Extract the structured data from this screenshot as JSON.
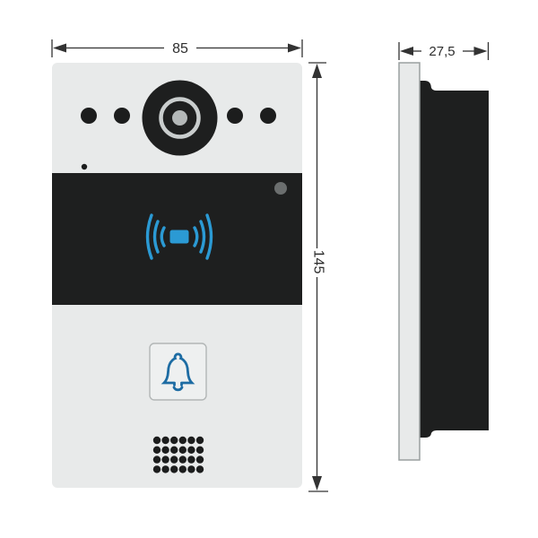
{
  "page": {
    "description": "Technical dimension drawing of a video door intercom station, front view and side profile",
    "background": "#ffffff"
  },
  "dimensions": {
    "width": {
      "label": "85",
      "unit_note": "front width"
    },
    "height": {
      "label": "145",
      "unit_note": "front height"
    },
    "depth": {
      "label": "27,5",
      "unit_note": "side depth"
    }
  },
  "front_view": {
    "features": [
      "camera-lens-icon",
      "ir-led-dots",
      "microphone-hole",
      "rfid-reader-panel",
      "light-sensor-dot",
      "rfid-signal-icon",
      "doorbell-button",
      "doorbell-icon",
      "speaker-grille"
    ]
  },
  "side_view": {
    "features": [
      "front-plate",
      "rear-housing"
    ]
  },
  "colors": {
    "bg": "#ffffff",
    "body": "#e8eaea",
    "panel": "#1e1f1f",
    "dark_dot": "#1c1d1d",
    "accent": "#2b9ad4",
    "bell_blue": "#1d6ca3",
    "ring_gray": "#c9cdcd",
    "lens_dot": "#b4b8b8",
    "sensor_gray": "#6b6e6e",
    "button_fill": "#eef0f0",
    "button_border": "#b2b6b6",
    "plate_border": "#9aa0a0",
    "line": "#333333",
    "text": "#2e2e2e"
  }
}
